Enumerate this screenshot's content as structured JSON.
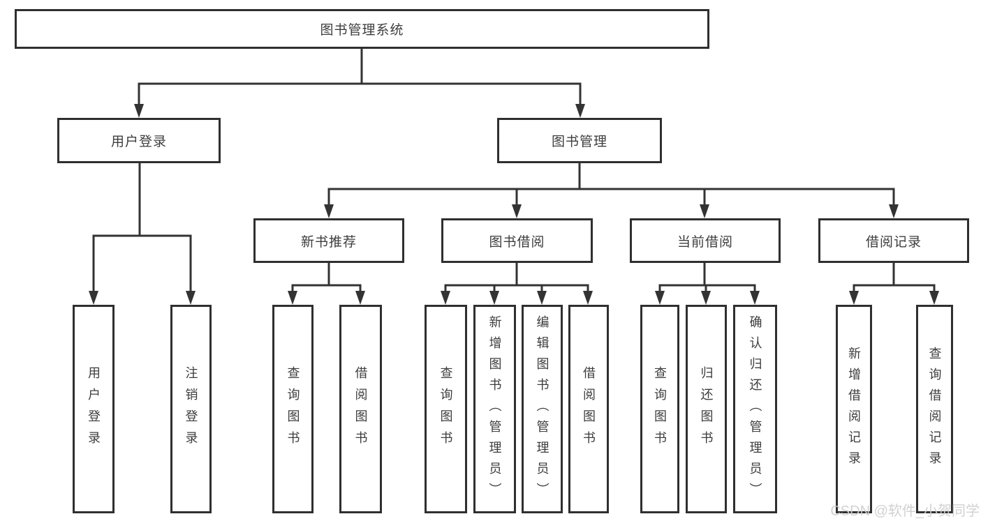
{
  "diagram_title": "图书管理系统",
  "tree": {
    "label": "图书管理系统",
    "children": [
      {
        "label": "用户登录",
        "children": [
          {
            "label": "用户登录"
          },
          {
            "label": "注销登录"
          }
        ]
      },
      {
        "label": "图书管理",
        "children": [
          {
            "label": "新书推荐",
            "children": [
              {
                "label": "查询图书"
              },
              {
                "label": "借阅图书"
              }
            ]
          },
          {
            "label": "图书借阅",
            "children": [
              {
                "label": "查询图书"
              },
              {
                "label": "新增图书（管理员）"
              },
              {
                "label": "编辑图书（管理员）"
              },
              {
                "label": "借阅图书"
              }
            ]
          },
          {
            "label": "当前借阅",
            "children": [
              {
                "label": "查询图书"
              },
              {
                "label": "归还图书"
              },
              {
                "label": "确认归还（管理员）"
              }
            ]
          },
          {
            "label": "借阅记录",
            "children": [
              {
                "label": "新增借阅记录"
              },
              {
                "label": "查询借阅记录"
              }
            ]
          }
        ]
      }
    ]
  },
  "watermark": {
    "text": "CSDN @软件_小贺同学"
  },
  "colors": {
    "line": "#333333",
    "border": "#2f2f2f",
    "text": "#3d3d3d",
    "watermark": "#cfcfcf",
    "background": "#ffffff"
  }
}
